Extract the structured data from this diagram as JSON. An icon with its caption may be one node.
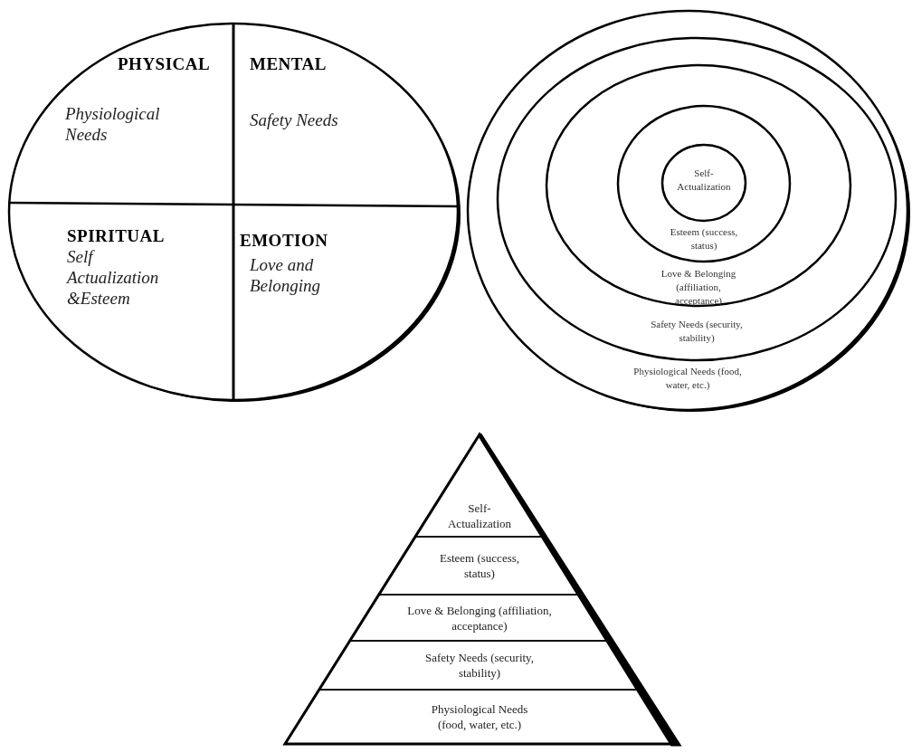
{
  "diagram": {
    "nodes": [
      {
        "text": [],
        "shape": "circle"
      },
      {
        "text": [
          "PHYSICAL",
          "Physiological Needs"
        ],
        "in": 0
      },
      {
        "text": [
          "MENTAL",
          "Safety Needs"
        ],
        "in": 0
      },
      {
        "text": [
          "SPIRITUAL",
          "Self Actualization &Esteem"
        ],
        "in": 0
      },
      {
        "text": [
          "EMOTION",
          "Love and Belonging"
        ],
        "in": 0
      },
      {
        "text": [
          "Physiological Needs (food, water, etc.)"
        ]
      },
      {
        "text": [
          "Safety Needs (security, stability)"
        ],
        "in": 5
      },
      {
        "text": [
          "Love & Belonging (affiliation, acceptance)"
        ],
        "in": 6
      },
      {
        "text": [
          "Esteem (success, status)"
        ],
        "in": 7
      },
      {
        "text": [
          "Self-Actualization"
        ],
        "in": 8
      },
      {
        "text": [],
        "shape": "triangle"
      },
      {
        "text": [
          "Self-Actualization"
        ],
        "in": 10
      },
      {
        "text": [
          "Esteem (success, status)"
        ],
        "in": 10
      },
      {
        "text": [
          "Love & Belonging (affiliation, acceptance)"
        ],
        "in": 10
      },
      {
        "text": [
          "Safety Needs (security, stability)"
        ],
        "in": 10
      },
      {
        "text": [
          "Physiological Needs (food, water, etc.)"
        ],
        "in": 10
      }
    ]
  }
}
